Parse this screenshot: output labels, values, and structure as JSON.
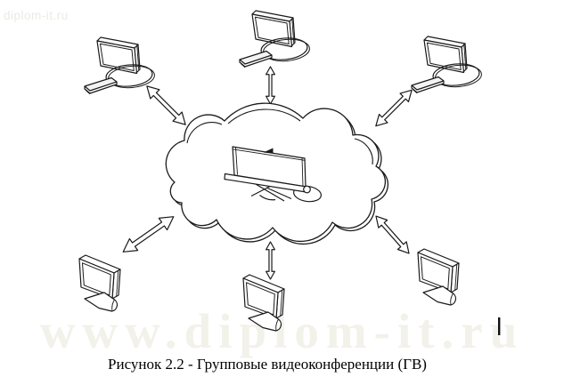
{
  "page": {
    "background_color": "#ffffff",
    "ink_color": "#1a1a1a"
  },
  "watermarks": {
    "top_left": {
      "text": "diplom-it.ru",
      "color": "#e9ebe3"
    },
    "bottom": {
      "text": "www.diplom-it.ru",
      "color": "#f2f1ea"
    }
  },
  "figure": {
    "caption": "Рисунок 2.2 - Групповые видеоконференции (ГВ)",
    "type": "network-topology-diagram",
    "center_node": {
      "id": "cloud-with-presentation-display",
      "shape": "cloud",
      "content": "large presentation screen on tripod stand"
    },
    "terminals": [
      {
        "id": "workstation-top-left",
        "device": "desktop-pc"
      },
      {
        "id": "workstation-top-center",
        "device": "desktop-pc"
      },
      {
        "id": "workstation-top-right",
        "device": "desktop-pc"
      },
      {
        "id": "display-bottom-left",
        "device": "flat-screen-tv"
      },
      {
        "id": "display-bottom-center",
        "device": "flat-screen-tv"
      },
      {
        "id": "display-bottom-right",
        "device": "flat-screen-tv"
      }
    ],
    "links": [
      {
        "from": "workstation-top-left",
        "to": "cloud",
        "bidirectional": true
      },
      {
        "from": "workstation-top-center",
        "to": "cloud",
        "bidirectional": true
      },
      {
        "from": "workstation-top-right",
        "to": "cloud",
        "bidirectional": true
      },
      {
        "from": "display-bottom-left",
        "to": "cloud",
        "bidirectional": true
      },
      {
        "from": "display-bottom-center",
        "to": "cloud",
        "bidirectional": true
      },
      {
        "from": "display-bottom-right",
        "to": "cloud",
        "bidirectional": true
      }
    ]
  },
  "cursor_mark": {
    "visible": true
  }
}
